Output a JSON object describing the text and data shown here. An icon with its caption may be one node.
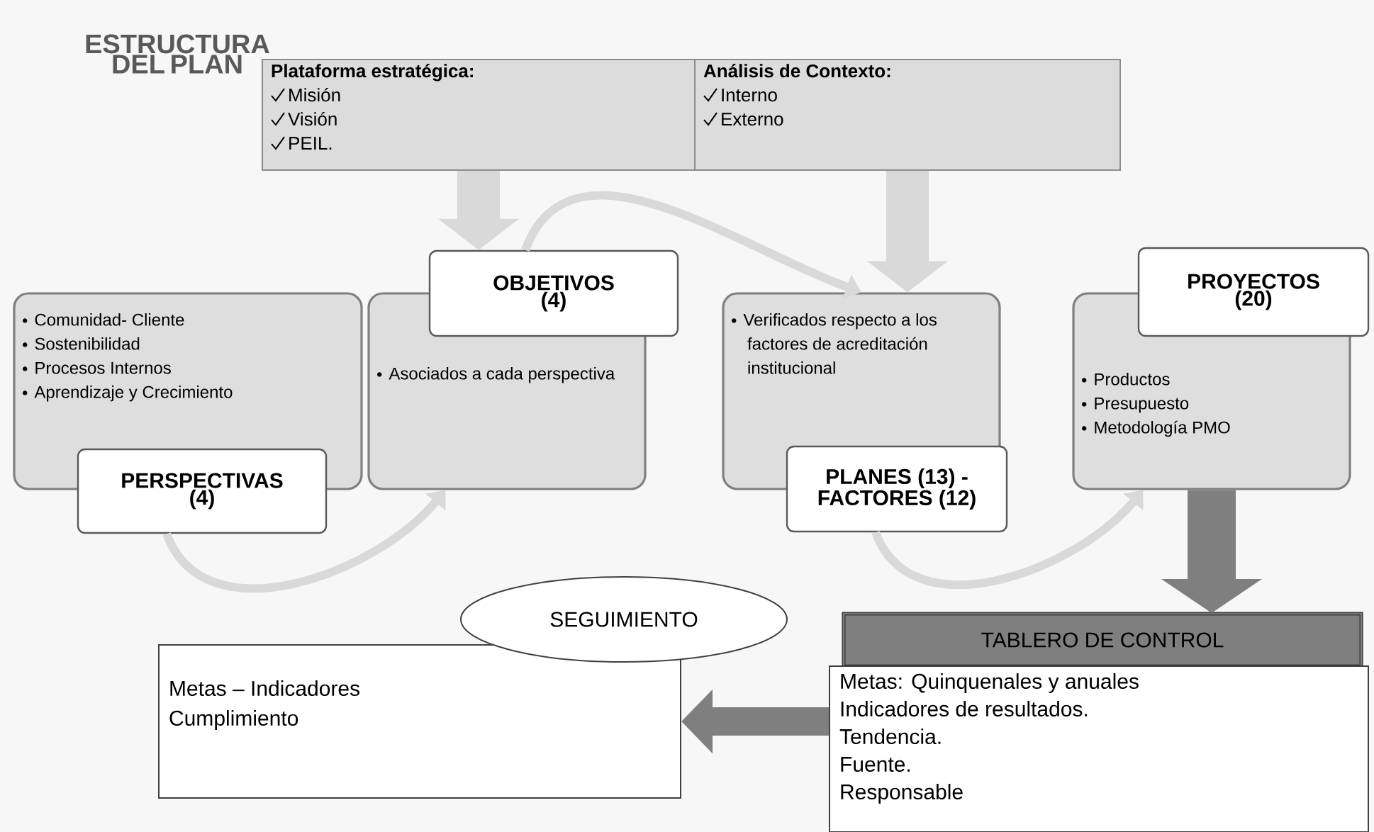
{
  "diagram": {
    "title": "ESTRUCTURA DEL PLAN",
    "nodes": [
      {
        "text": [
          "Plataforma estratégica:",
          "Misión",
          "Visión",
          "PEIL."
        ]
      },
      {
        "text": [
          "Análisis de Contexto:",
          "Interno",
          "Externo"
        ]
      },
      {
        "text": [
          "Comunidad- Cliente",
          "Sostenibilidad",
          "Procesos Internos",
          "Aprendizaje y Crecimiento"
        ]
      },
      {
        "text": [
          "PERSPECTIVAS (4)"
        ]
      },
      {
        "text": [
          "Asociados a cada perspectiva"
        ]
      },
      {
        "text": [
          "OBJETIVOS (4)"
        ]
      },
      {
        "text": [
          "Verificados respecto a los factores de acreditación institucional"
        ]
      },
      {
        "text": [
          "PLANES (13) - FACTORES (12)"
        ]
      },
      {
        "text": [
          "Productos",
          "Presupuesto",
          "Metodología PMO"
        ]
      },
      {
        "text": [
          "PROYECTOS (20)"
        ]
      },
      {
        "text": [
          "TABLERO DE CONTROL"
        ]
      },
      {
        "text": [
          "Metas: Quinquenales y anuales",
          "Indicadores  de resultados.",
          "Tendencia.",
          "Fuente.",
          "Responsable"
        ]
      },
      {
        "text": [
          "Metas – Indicadores",
          "Cumplimiento"
        ]
      },
      {
        "text": [
          "SEGUIMIENTO"
        ]
      }
    ],
    "edges": [
      {
        "from": 0,
        "to": 5,
        "arrow": "to"
      },
      {
        "from": 1,
        "to": 6,
        "arrow": "to"
      },
      {
        "from": 5,
        "to": 6,
        "arrow": "to"
      },
      {
        "from": 3,
        "to": 4,
        "arrow": "to"
      },
      {
        "from": 7,
        "to": 8,
        "arrow": "to"
      },
      {
        "from": 8,
        "to": 10,
        "arrow": "to",
        "color": "#7f7f7f"
      },
      {
        "from": 11,
        "to": 12,
        "arrow": "to",
        "color": "#7f7f7f"
      }
    ]
  }
}
